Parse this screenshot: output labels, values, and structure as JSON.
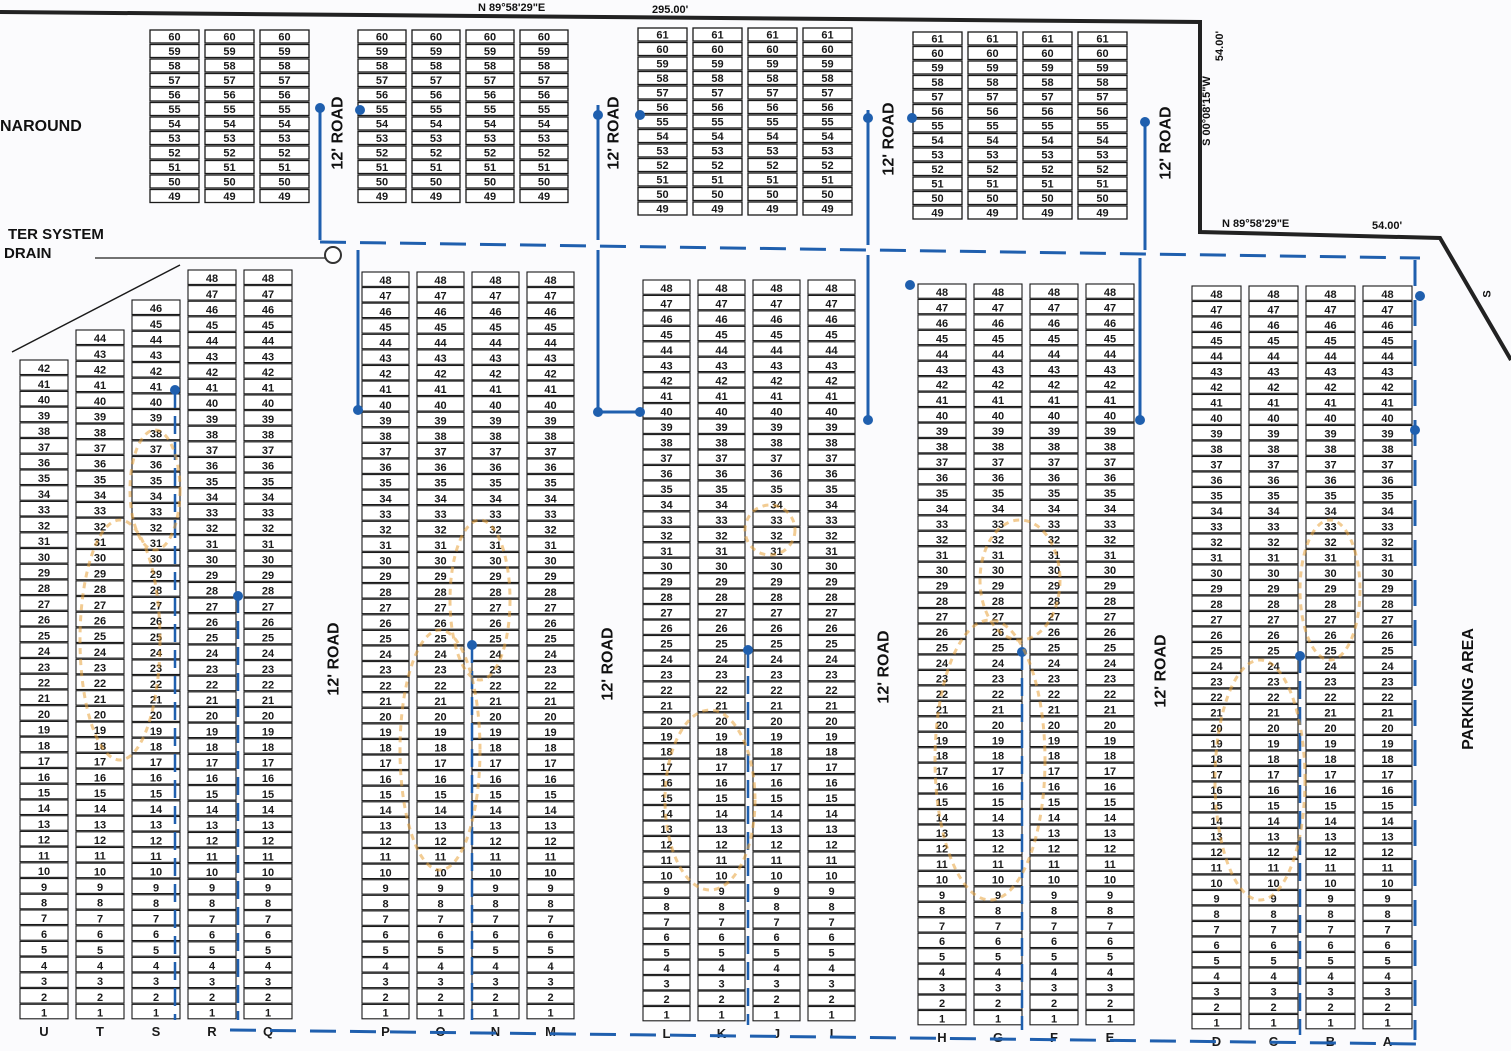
{
  "labels": {
    "turnaround": "NAROUND",
    "water_line1": "TER SYSTEM",
    "water_line2": "DRAIN",
    "bearing_top": "N 89°58'29\"E",
    "dist_top": "295.00'",
    "bearing_right": "S 00°08'15\"W",
    "dist_right": "54.00'",
    "bearing_mid": "N 89°58'29\"E",
    "dist_mid": "54.00'",
    "corner_s": "S",
    "road": "12' ROAD",
    "parking": "PARKING AREA"
  },
  "rows": {
    "upper": {
      "top": [
        "60",
        "59",
        "58",
        "57",
        "56",
        "55",
        "54",
        "53",
        "52",
        "51",
        "50"
      ],
      "bottom": "49"
    },
    "upper_alt": {
      "top": [
        "61",
        "60",
        "59",
        "58",
        "57",
        "56",
        "55",
        "54",
        "53",
        "52",
        "51",
        "50"
      ],
      "bottom": "49"
    },
    "lower_max": 48
  },
  "columns": {
    "group1": [
      "U",
      "T",
      "S",
      "R",
      "Q"
    ],
    "group2": [
      "P",
      "O",
      "N",
      "M"
    ],
    "group3": [
      "L",
      "K",
      "J",
      "I"
    ],
    "group4": [
      "H",
      "G",
      "F",
      "E"
    ],
    "group5": [
      "D",
      "C",
      "B",
      "A"
    ]
  },
  "colors": {
    "ink": "#1a1a1a",
    "water": "#1f5fae",
    "highlight": "#e8a23a",
    "paper": "#fbfbfd"
  },
  "icons": {
    "drain": "circle-drain-icon",
    "valve": "blue-dot-valve-icon"
  }
}
